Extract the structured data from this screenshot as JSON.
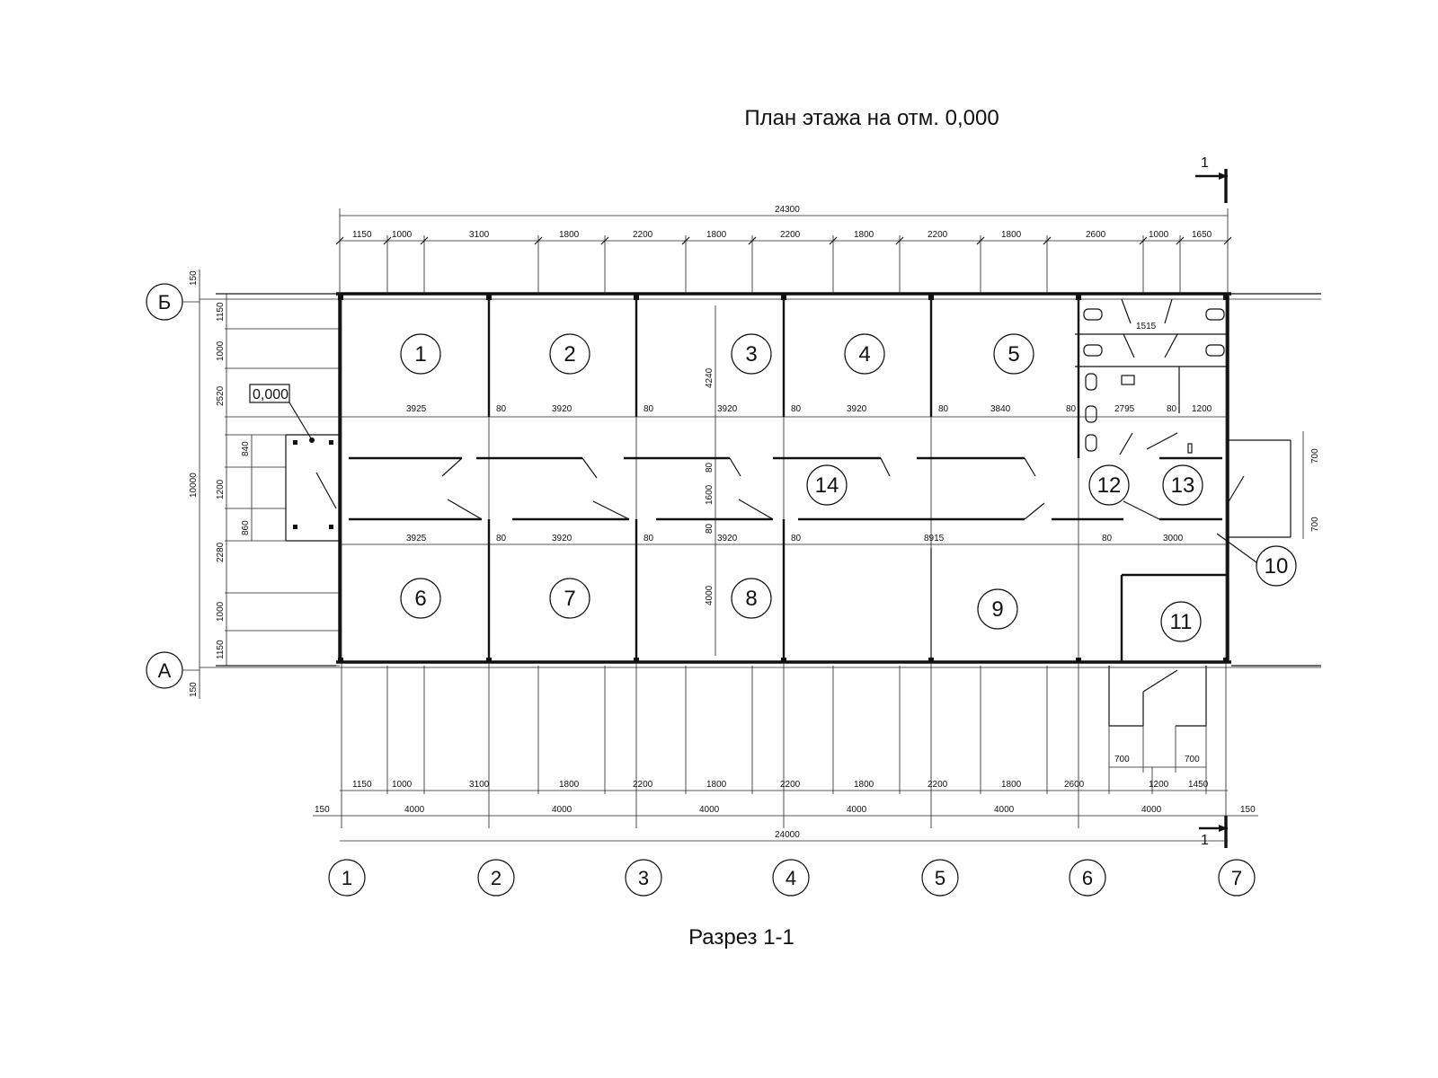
{
  "title": "План этажа на отм. 0,000",
  "section_title": "Разрез 1-1",
  "section_mark": "1",
  "level_mark": "0,000",
  "axes_numbers": [
    "1",
    "2",
    "3",
    "4",
    "5",
    "6",
    "7"
  ],
  "axes_letters": [
    "Б",
    "А"
  ],
  "rooms": [
    "1",
    "2",
    "3",
    "4",
    "5",
    "6",
    "7",
    "8",
    "9",
    "10",
    "11",
    "12",
    "13",
    "14"
  ],
  "dims": {
    "overall_top": "24300",
    "top_chain": [
      "1150",
      "1000",
      "3100",
      "1800",
      "2200",
      "1800",
      "2200",
      "1800",
      "2200",
      "1800",
      "2600",
      "1000",
      "1650"
    ],
    "bottom_chain": [
      "1150",
      "1000",
      "3100",
      "1800",
      "2200",
      "1800",
      "2200",
      "1800",
      "2200",
      "1800",
      "2600",
      "1200",
      "1450"
    ],
    "axis_chain": [
      "4000",
      "4000",
      "4000",
      "4000",
      "4000",
      "4000"
    ],
    "overall_bottom": "24000",
    "offset_left": "150",
    "offset_right": "150",
    "door_700": "700",
    "top_rooms": [
      "3925",
      "80",
      "3920",
      "80",
      "3920",
      "80",
      "3920",
      "80",
      "3840",
      "80",
      "2795",
      "80",
      "1200"
    ],
    "bottom_rooms": [
      "3925",
      "80",
      "3920",
      "80",
      "3920",
      "80",
      "8915",
      "80",
      "3000"
    ],
    "wc": "1515",
    "left_chain": [
      "150",
      "1150",
      "1000",
      "2520",
      "840",
      "1200",
      "860",
      "2280",
      "1000",
      "1150",
      "150"
    ],
    "overall_left": "10000",
    "corridor": [
      "80",
      "1600",
      "80"
    ],
    "room_height_top": "4240",
    "room_height_bottom": "4000",
    "porch": "700"
  }
}
